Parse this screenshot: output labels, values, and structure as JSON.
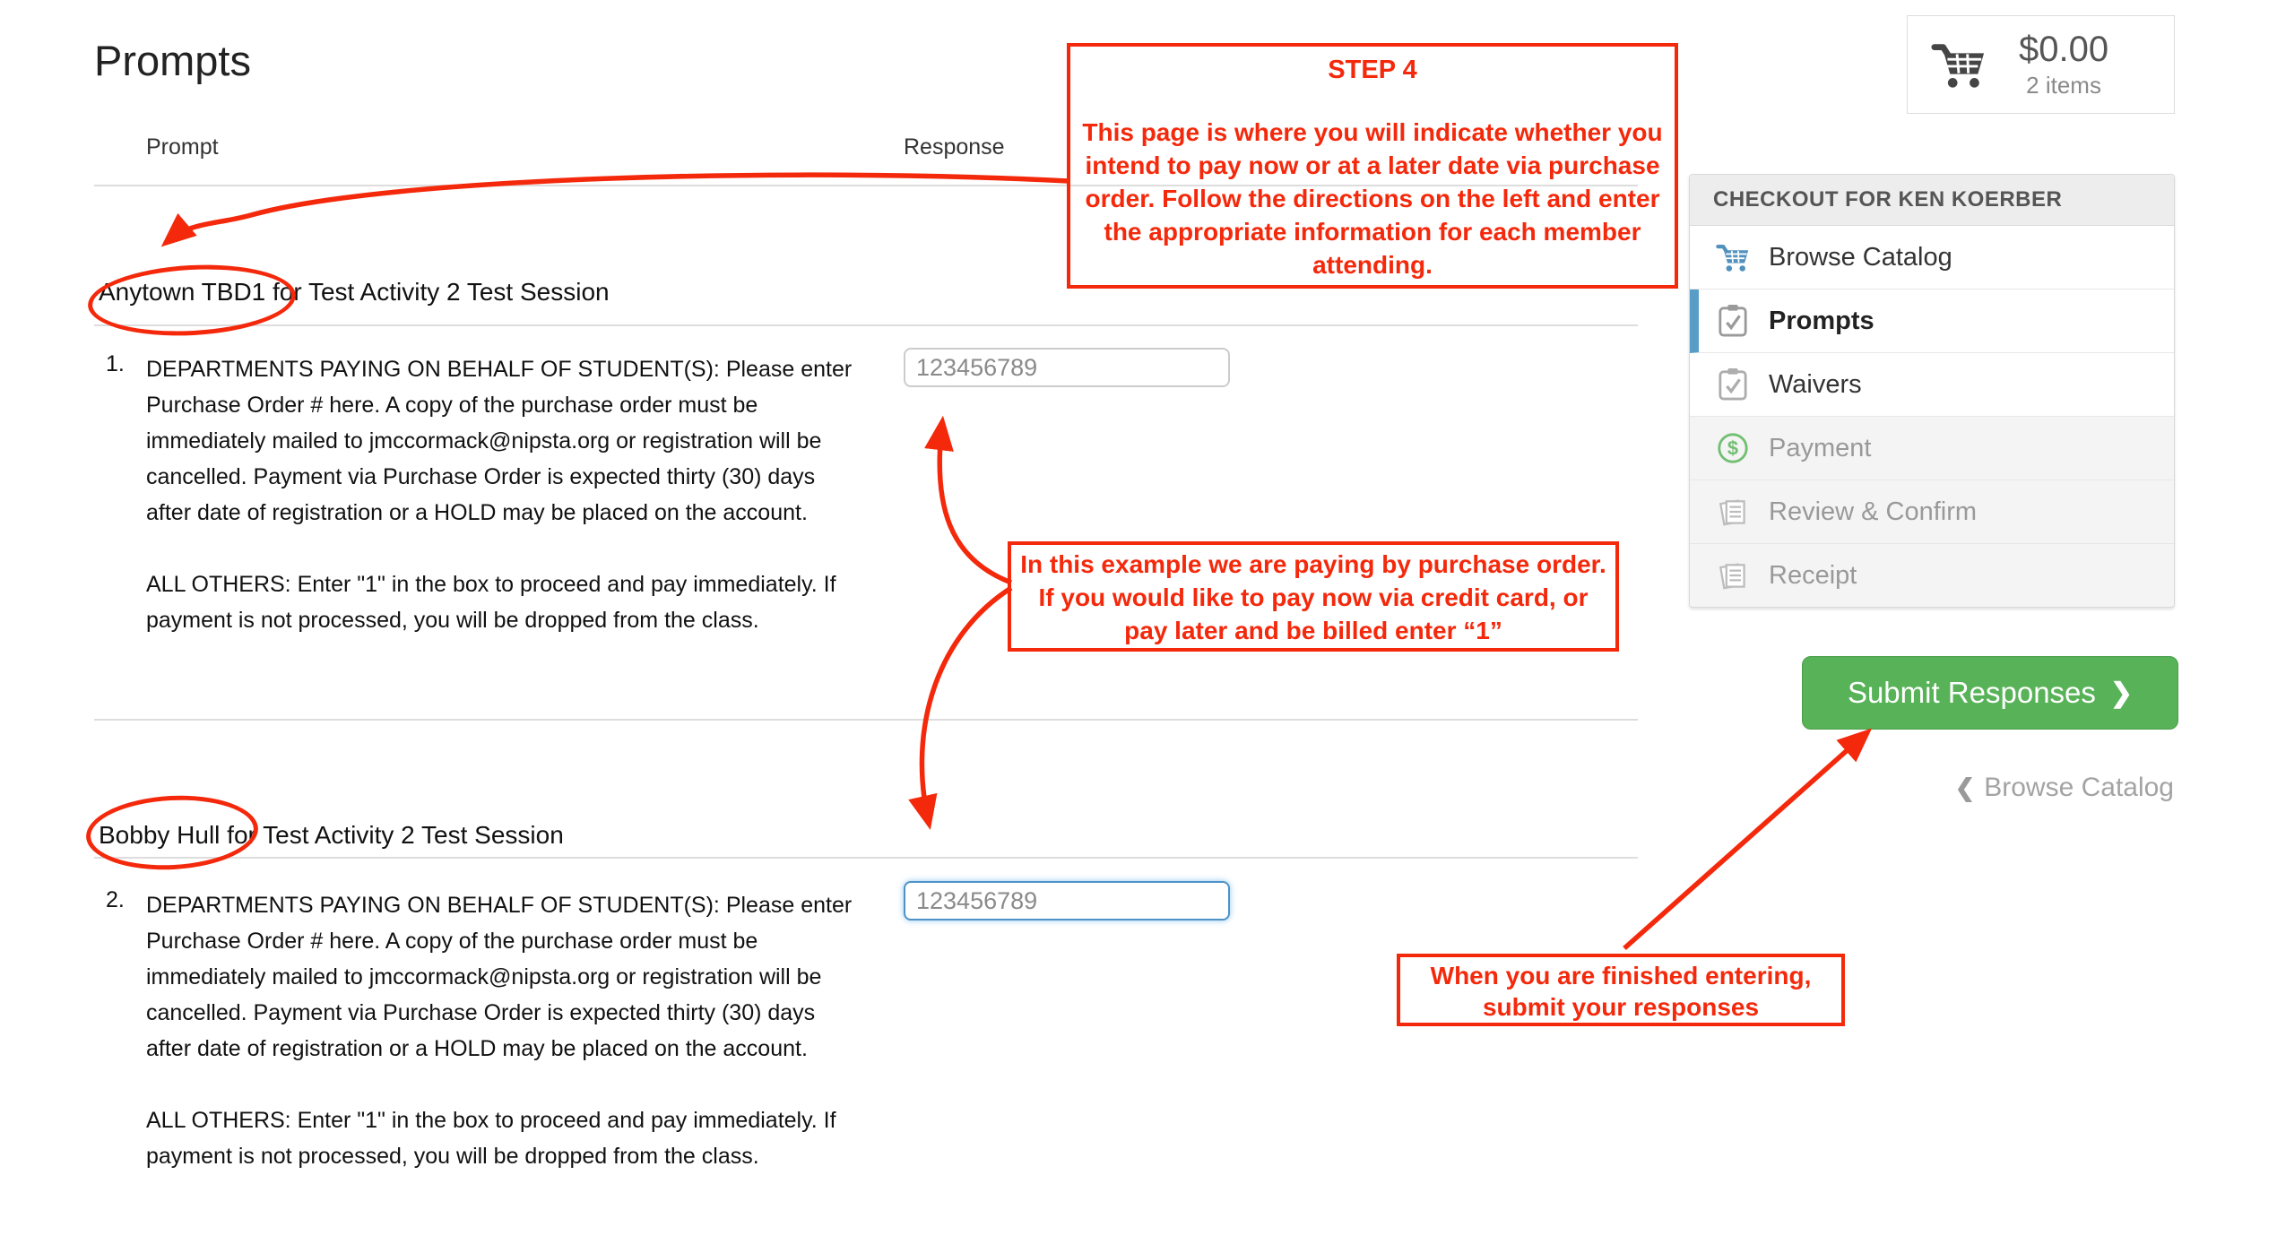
{
  "page": {
    "title": "Prompts"
  },
  "table": {
    "prompt_header": "Prompt",
    "response_header": "Response"
  },
  "cart": {
    "total": "$0.00",
    "items": "2 items"
  },
  "sidebar": {
    "header": "CHECKOUT FOR KEN KOERBER",
    "items": [
      {
        "label": "Browse Catalog",
        "icon": "cart-icon",
        "state": "enabled"
      },
      {
        "label": "Prompts",
        "icon": "clipboard-check-icon",
        "state": "active"
      },
      {
        "label": "Waivers",
        "icon": "clipboard-check-icon",
        "state": "enabled"
      },
      {
        "label": "Payment",
        "icon": "dollar-circle-icon",
        "state": "disabled"
      },
      {
        "label": "Review & Confirm",
        "icon": "pages-icon",
        "state": "disabled"
      },
      {
        "label": "Receipt",
        "icon": "pages-icon",
        "state": "disabled"
      }
    ]
  },
  "actions": {
    "submit_label": "Submit Responses",
    "submit_chevron": "❯",
    "back_chevron": "❮",
    "back_label": "Browse Catalog"
  },
  "sections": [
    {
      "heading": "Anytown TBD1 for Test Activity 2 Test Session",
      "circled_text": "Anytown TBD1",
      "number": "1.",
      "para1": "DEPARTMENTS PAYING ON BEHALF OF STUDENT(S): Please enter Purchase Order # here. A copy of the purchase order must be immediately mailed to jmccormack@nipsta.org or registration will be cancelled.  Payment via Purchase Order is expected thirty (30) days after date of registration or a HOLD may be placed on the  account.",
      "para2": "ALL OTHERS:  Enter \"1\" in the box to proceed and pay immediately.  If payment is not processed, you will be dropped from the class.",
      "response_value": "123456789"
    },
    {
      "heading": "Bobby Hull for Test Activity 2 Test Session",
      "circled_text": "Bobby Hull",
      "number": "2.",
      "para1": "DEPARTMENTS PAYING ON BEHALF OF STUDENT(S): Please enter Purchase Order # here. A copy of the purchase order must be immediately mailed to jmccormack@nipsta.org or registration will be cancelled.  Payment via Purchase Order is expected thirty (30) days after date of registration or a HOLD may be placed on the  account.",
      "para2": "ALL OTHERS:  Enter \"1\" in the box to proceed and pay immediately.  If payment is not processed, you will be dropped from the class.",
      "response_value": "123456789"
    }
  ],
  "annotations": {
    "step4_title": "STEP 4",
    "step4_body": "This page is where you will indicate whether you intend to pay now or at a later date via purchase order. Follow the directions on the left and enter the appropriate information for each member attending.",
    "example_note": "In this example we are paying by purchase order. If you would like to pay now via credit card, or pay later and be billed enter “1”",
    "finish_note": "When you are finished entering, submit your responses",
    "annotation_color": "#f4290c"
  }
}
